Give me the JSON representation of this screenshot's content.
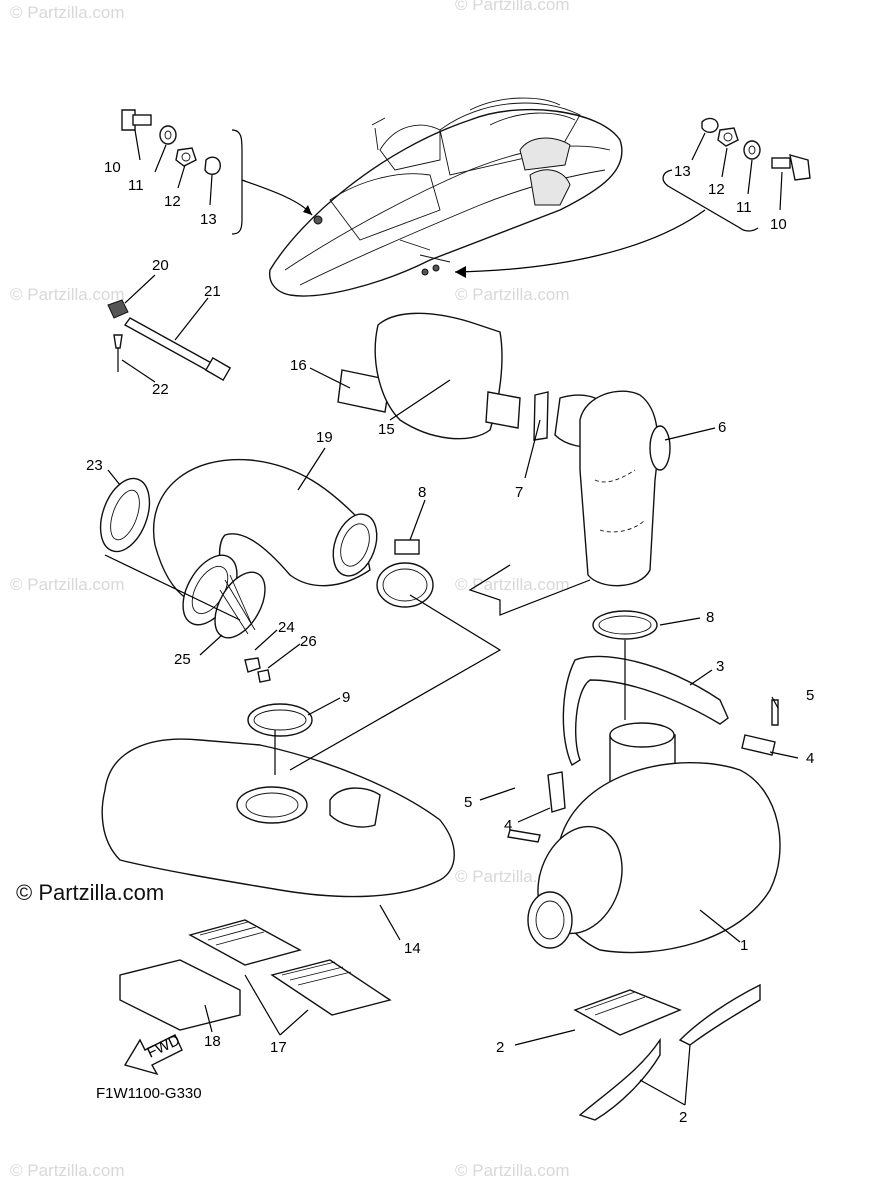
{
  "watermark": "© Partzilla.com",
  "brand_mark": "© Partzilla.com",
  "diagram_code": "F1W1100-G330",
  "fwd_label": "FWD",
  "callouts": {
    "c1": "1",
    "c2a": "2",
    "c2b": "2",
    "c3": "3",
    "c4a": "4",
    "c4b": "4",
    "c5a": "5",
    "c5b": "5",
    "c6": "6",
    "c7": "7",
    "c8a": "8",
    "c8b": "8",
    "c9": "9",
    "c10a": "10",
    "c10b": "10",
    "c11a": "11",
    "c11b": "11",
    "c12a": "12",
    "c12b": "12",
    "c13a": "13",
    "c13b": "13",
    "c14": "14",
    "c15": "15",
    "c16": "16",
    "c17": "17",
    "c18": "18",
    "c19": "19",
    "c20": "20",
    "c21": "21",
    "c22": "22",
    "c23": "23",
    "c24": "24",
    "c25": "25",
    "c26": "26"
  }
}
